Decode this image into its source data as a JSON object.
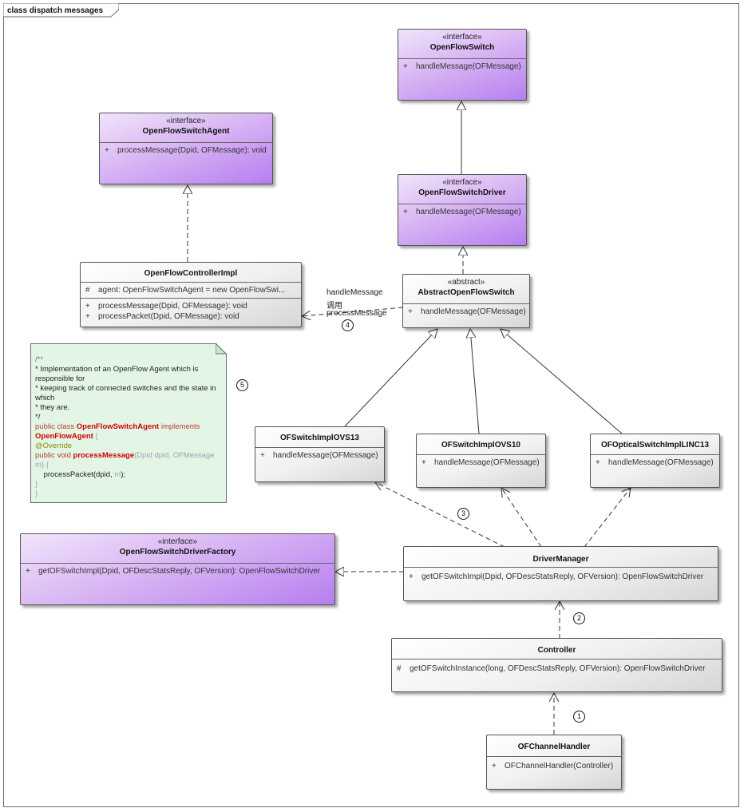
{
  "frame": {
    "title": "class dispatch messages"
  },
  "classes": {
    "openflow_switch": {
      "stereotype": "«interface»",
      "name": "OpenFlowSwitch",
      "operations": [
        {
          "vis": "+",
          "text": "handleMessage(OFMessage)"
        }
      ]
    },
    "openflow_switch_agent": {
      "stereotype": "«interface»",
      "name": "OpenFlowSwitchAgent",
      "operations": [
        {
          "vis": "+",
          "text": "processMessage(Dpid, OFMessage): void"
        }
      ]
    },
    "openflow_switch_driver": {
      "stereotype": "«interface»",
      "name": "OpenFlowSwitchDriver",
      "operations": [
        {
          "vis": "+",
          "text": "handleMessage(OFMessage)"
        }
      ]
    },
    "openflow_controller_impl": {
      "name": "OpenFlowControllerImpl",
      "attributes": [
        {
          "vis": "#",
          "text": "agent: OpenFlowSwitchAgent  = new OpenFlowSwi..."
        }
      ],
      "operations": [
        {
          "vis": "+",
          "text": "processMessage(Dpid, OFMessage): void"
        },
        {
          "vis": "+",
          "text": "processPacket(Dpid, OFMessage): void"
        }
      ]
    },
    "abstract_openflow_switch": {
      "stereotype": "«abstract»",
      "name": "AbstractOpenFlowSwitch",
      "operations": [
        {
          "vis": "+",
          "text": "handleMessage(OFMessage)"
        }
      ]
    },
    "of_switch_impl_ovs13": {
      "name": "OFSwitchImplOVS13",
      "operations": [
        {
          "vis": "+",
          "text": "handleMessage(OFMessage)"
        }
      ]
    },
    "of_switch_impl_ovs10": {
      "name": "OFSwitchImplOVS10",
      "operations": [
        {
          "vis": "+",
          "text": "handleMessage(OFMessage)"
        }
      ]
    },
    "of_optical_switch_impl_linc13": {
      "name": "OFOpticalSwitchImplLINC13",
      "operations": [
        {
          "vis": "+",
          "text": "handleMessage(OFMessage)"
        }
      ]
    },
    "openflow_switch_driver_factory": {
      "stereotype": "«interface»",
      "name": "OpenFlowSwitchDriverFactory",
      "operations": [
        {
          "vis": "+",
          "text": "getOFSwitchImpl(Dpid, OFDescStatsReply, OFVersion): OpenFlowSwitchDriver"
        }
      ]
    },
    "driver_manager": {
      "name": "DriverManager",
      "operations": [
        {
          "vis": "+",
          "text": "getOFSwitchImpl(Dpid, OFDescStatsReply, OFVersion): OpenFlowSwitchDriver"
        }
      ]
    },
    "controller": {
      "name": "Controller",
      "operations": [
        {
          "vis": "#",
          "text": "getOFSwitchInstance(long, OFDescStatsReply, OFVersion): OpenFlowSwitchDriver"
        }
      ]
    },
    "of_channel_handler": {
      "name": "OFChannelHandler",
      "operations": [
        {
          "vis": "+",
          "text": "OFChannelHandler(Controller)"
        }
      ]
    }
  },
  "note": {
    "l1": "/**",
    "l2": "* Implementation of an OpenFlow Agent which is",
    "l3": "responsible for",
    "l4": "* keeping track of connected switches and the state in",
    "l5": "which",
    "l6": "* they are.",
    "l7": "*/",
    "l8_kw": "public class ",
    "l8_name": "OpenFlowSwitchAgent",
    "l8_impl": " implements",
    "l9_name": "OpenFlowAgent",
    "l9_brace": " {",
    "l10": "@Override",
    "l11_kw": "public void ",
    "l11_name": "processMessage",
    "l11_params": "(Dpid dpid, OFMessage",
    "l12": "m) {",
    "l13": "    processPacket(dpid, m);",
    "l13_a": "    processPacket(dpid, ",
    "l13_b": "m",
    "l13_c": ");",
    "l14": "}",
    "l15": "}"
  },
  "labels": {
    "call_top": "handleMessage",
    "call_mid": "调用",
    "call_bottom": "processMessage"
  },
  "steps": {
    "s1": "1",
    "s2": "2",
    "s3": "3",
    "s4": "4",
    "s5": "5"
  }
}
